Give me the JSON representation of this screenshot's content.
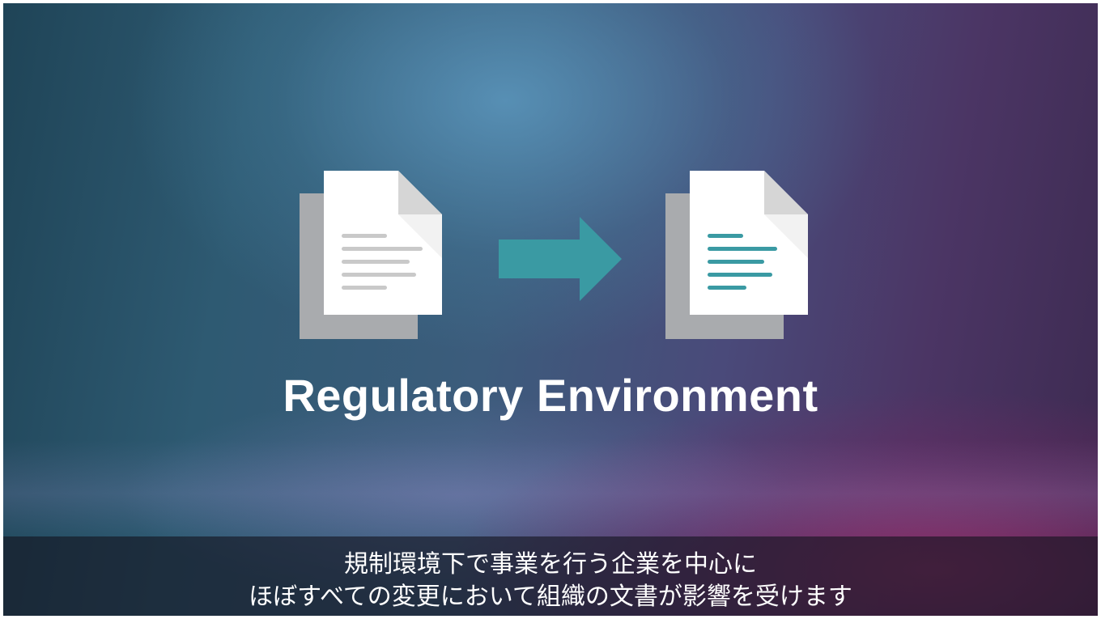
{
  "slide": {
    "title": "Regulatory Environment",
    "colors": {
      "accent": "#3a9aa3",
      "doc_face": "#ffffff",
      "doc_fold": "#d8d8d8",
      "doc_shadow": "#a9abae",
      "gray_lines": "#c8c8c8",
      "teal_lines": "#3a9aa3"
    },
    "icons": {
      "left_doc": "document-gray-icon",
      "arrow": "right-arrow-icon",
      "right_doc": "document-teal-icon"
    }
  },
  "subtitles": {
    "line1": "規制環境下で事業を行う企業を中心に",
    "line2": "ほぼすべての変更において組織の文書が影響を受けます"
  }
}
